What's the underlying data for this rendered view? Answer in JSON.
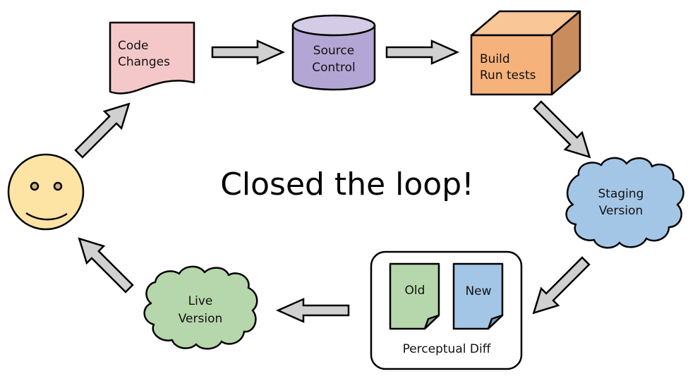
{
  "title": "Closed the loop!",
  "nodes": {
    "code_changes": {
      "lines": [
        "Code",
        "Changes"
      ],
      "shape": "document",
      "color": "#f4c7c9"
    },
    "source_control": {
      "lines": [
        "Source",
        "Control"
      ],
      "shape": "cylinder",
      "color": "#b3a6d4",
      "top_color": "#d4cbe6"
    },
    "build": {
      "lines": [
        "Build",
        "Run tests"
      ],
      "shape": "cube",
      "front_color": "#f6b27b",
      "top_color": "#f8c697",
      "side_color": "#c98d5d"
    },
    "staging": {
      "lines": [
        "Staging",
        "Version"
      ],
      "shape": "cloud",
      "color": "#a4c6e6"
    },
    "perceptual_diff": {
      "caption": "Perceptual Diff",
      "old_label": "Old",
      "new_label": "New",
      "old_color": "#b6d6ab",
      "new_color": "#a4c6e6"
    },
    "live": {
      "lines": [
        "Live",
        "Version"
      ],
      "shape": "cloud",
      "color": "#b6d6ab"
    },
    "user": {
      "shape": "smiley-face",
      "color": "#fde3a4",
      "eye_color": "#cfb37f"
    }
  },
  "arrows": [
    {
      "from": "code_changes",
      "to": "source_control",
      "direction": "right"
    },
    {
      "from": "source_control",
      "to": "build",
      "direction": "right"
    },
    {
      "from": "build",
      "to": "staging",
      "direction": "down-right"
    },
    {
      "from": "staging",
      "to": "perceptual_diff",
      "direction": "down-left"
    },
    {
      "from": "perceptual_diff",
      "to": "live",
      "direction": "left"
    },
    {
      "from": "live",
      "to": "user",
      "direction": "up-left"
    },
    {
      "from": "user",
      "to": "code_changes",
      "direction": "up-right"
    }
  ],
  "arrow_color": "#d0d0d0"
}
